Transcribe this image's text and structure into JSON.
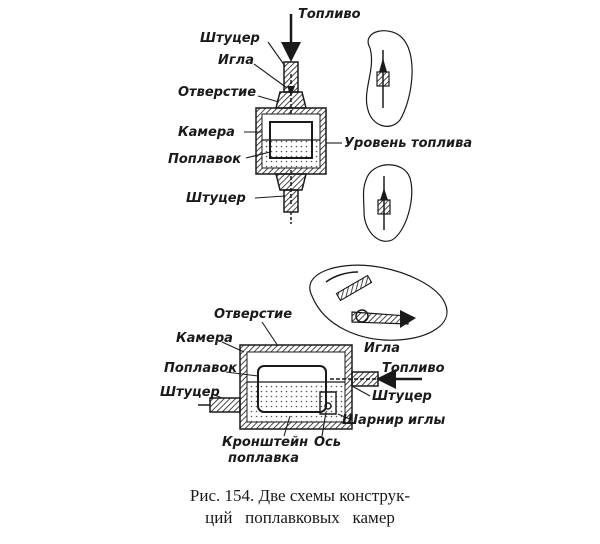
{
  "top_diagram": {
    "toplivo": "Топливо",
    "shtutser_top": "Штуцер",
    "igla": "Игла",
    "otverstie": "Отверстие",
    "kamera": "Камера",
    "uroven": "Уровень топлива",
    "poplavok": "Поплавок",
    "shtutser_bottom": "Штуцер"
  },
  "bottom_diagram": {
    "otverstie": "Отверстие",
    "kamera": "Камера",
    "igla": "Игла",
    "poplavok": "Поплавок",
    "toplivo": "Топливо",
    "shtutser_left": "Штуцер",
    "shtutser_right": "Штуцер",
    "sharnir": "Шарнир иглы",
    "kronshtein_1": "Кронштейн",
    "kronshtein_2": "поплавка",
    "os": "Ось"
  },
  "caption": {
    "line1": "Рис. 154. Две схемы конструк-",
    "line2": "ций   поплавковых   камер"
  },
  "colors": {
    "ink": "#1a1a1a",
    "paper": "#ffffff"
  }
}
